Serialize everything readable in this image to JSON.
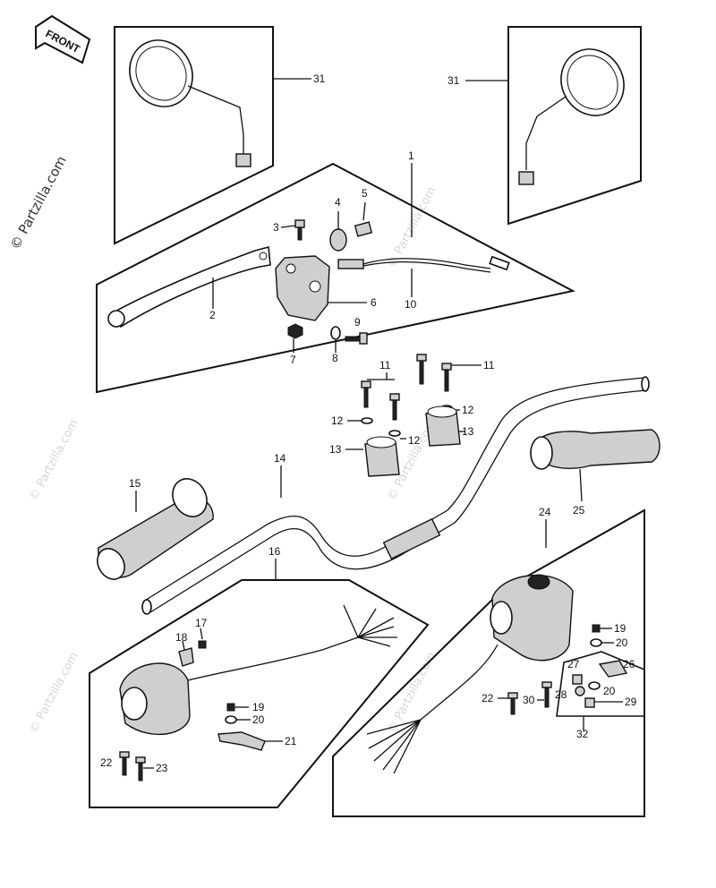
{
  "watermark": "© Partzilla.com",
  "front_badge": "FRONT",
  "labels": {
    "p1": "1",
    "p2": "2",
    "p3": "3",
    "p4": "4",
    "p5": "5",
    "p6": "6",
    "p7": "7",
    "p8": "8",
    "p9": "9",
    "p10": "10",
    "p11a": "11",
    "p11b": "11",
    "p12a": "12",
    "p12b": "12",
    "p12c": "12",
    "p13a": "13",
    "p13b": "13",
    "p14": "14",
    "p15": "15",
    "p16": "16",
    "p17": "17",
    "p18": "18",
    "p19a": "19",
    "p19b": "19",
    "p20a": "20",
    "p20b": "20",
    "p20c": "20",
    "p21": "21",
    "p22a": "22",
    "p22b": "22",
    "p23": "23",
    "p24": "24",
    "p25": "25",
    "p26": "26",
    "p27": "27",
    "p28": "28",
    "p29": "29",
    "p30": "30",
    "p31a": "31",
    "p31b": "31",
    "p32": "32"
  }
}
